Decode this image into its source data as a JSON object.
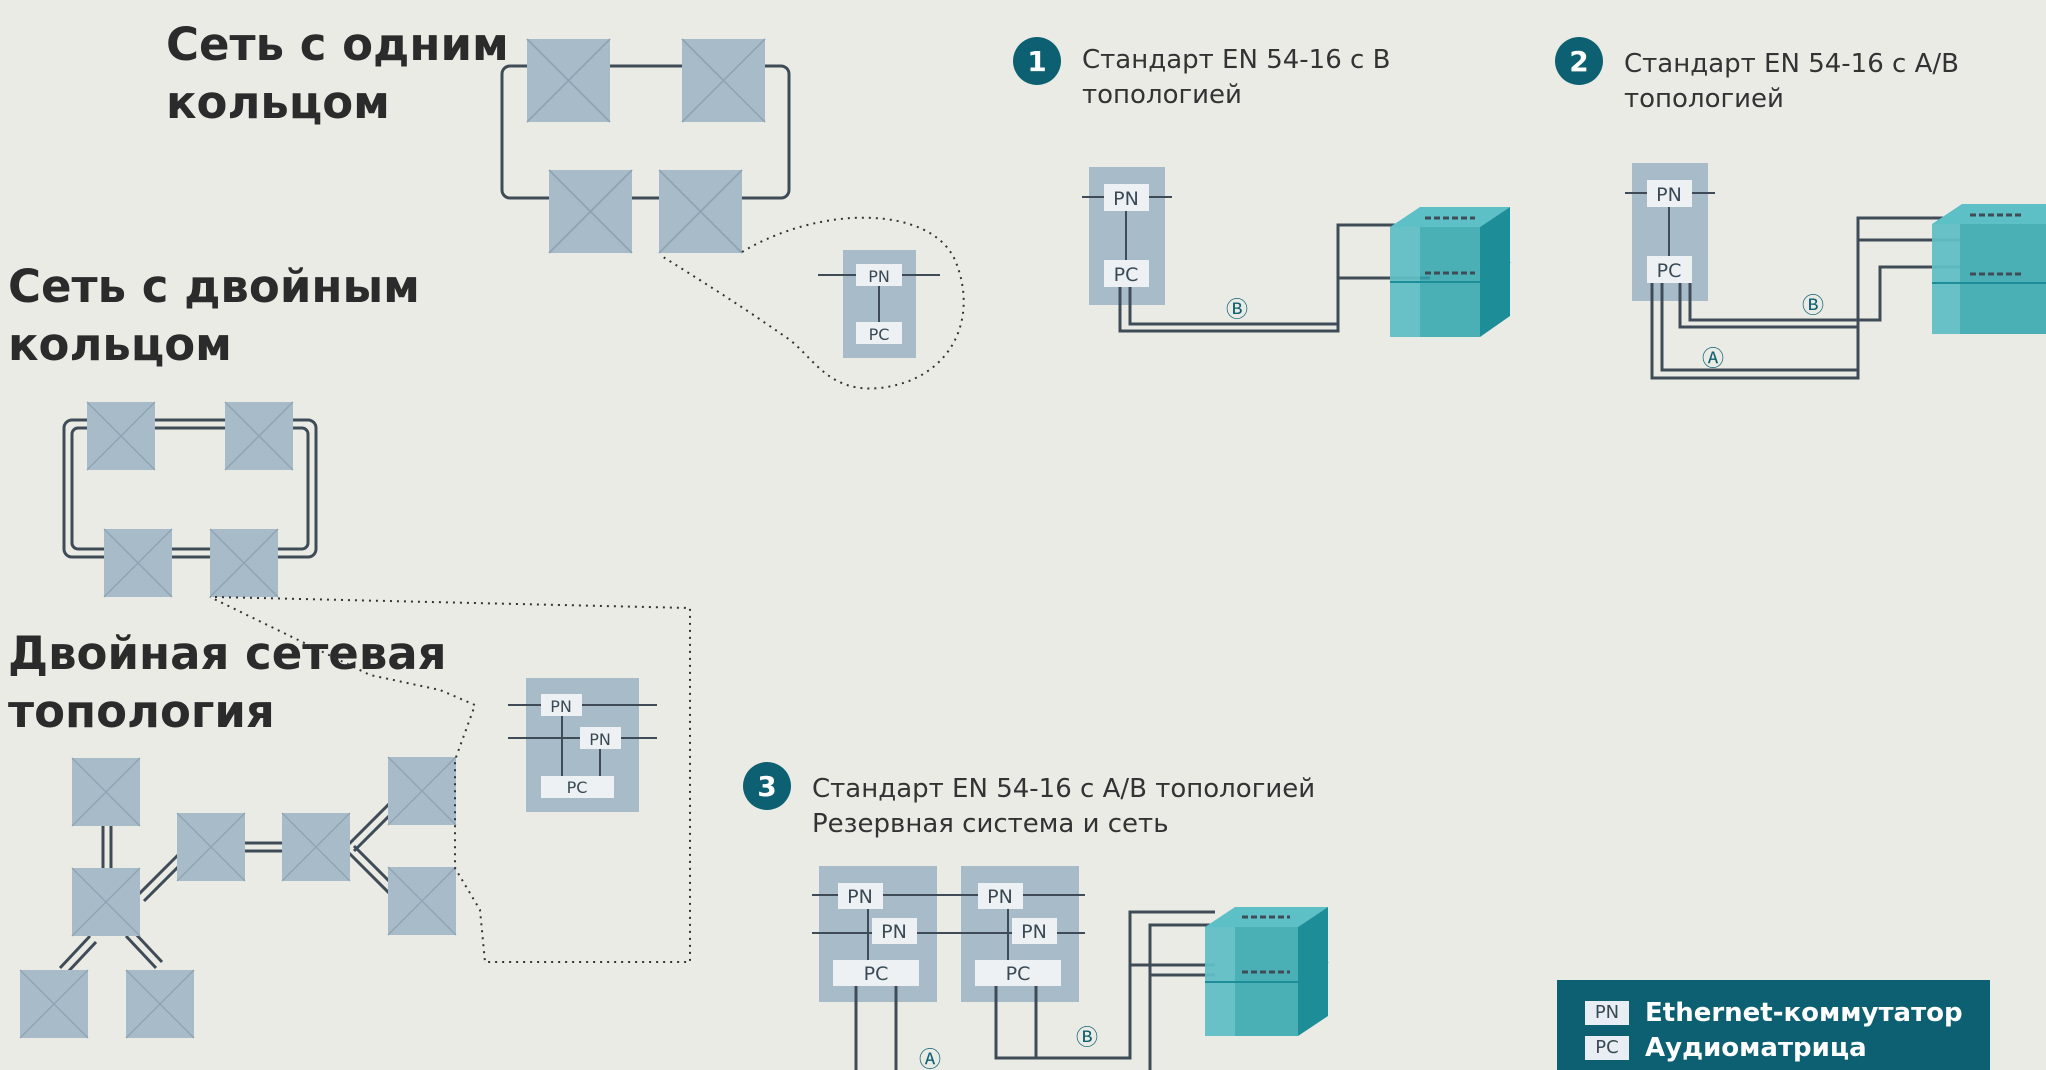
{
  "headings": {
    "single_ring": [
      "Сеть с одним",
      "кольцом"
    ],
    "double_ring": [
      "Сеть с двойным",
      "кольцом"
    ],
    "dual_topology": [
      "Двойная сетевая",
      "топология"
    ]
  },
  "options": [
    {
      "number": "1",
      "lines": [
        "Стандарт EN 54-16 с B",
        "топологией"
      ]
    },
    {
      "number": "2",
      "lines": [
        "Стандарт EN 54-16 с A/B",
        "топологией"
      ]
    },
    {
      "number": "3",
      "lines": [
        "Стандарт EN 54-16 с A/B топологией",
        "Резервная система и сеть"
      ]
    }
  ],
  "box_labels": {
    "pn": "PN",
    "pc": "PC"
  },
  "loop_labels": {
    "a": "Ⓐ",
    "b": "Ⓑ"
  },
  "legend": [
    {
      "code": "PN",
      "text": "Ethernet-коммутатор"
    },
    {
      "code": "PC",
      "text": "Аудиоматрица"
    }
  ],
  "colors": {
    "background": "#ebebe6",
    "node": "#a8bbc8",
    "line": "#3f4c57",
    "accent": "#0d6071",
    "building": "#2fa5ad"
  }
}
